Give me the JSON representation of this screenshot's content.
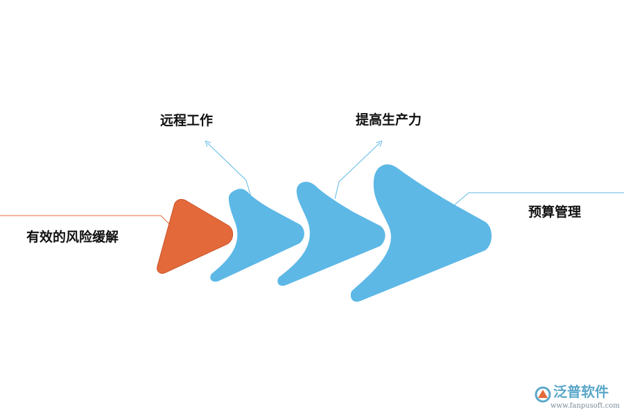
{
  "labels": {
    "risk": "有效的风险缓解",
    "remote": "远程工作",
    "productivity": "提高生产力",
    "budget": "预算管理"
  },
  "colors": {
    "orange": "#e4693a",
    "orange_line": "#e4693a",
    "blue": "#5db8e6",
    "blue_line": "#5db8e6",
    "watermark": "#5aa7c9"
  },
  "watermark": {
    "brand": "泛普软件",
    "url": "www.fanpusoft.com",
    "icon": "fanpu-logo-icon"
  }
}
